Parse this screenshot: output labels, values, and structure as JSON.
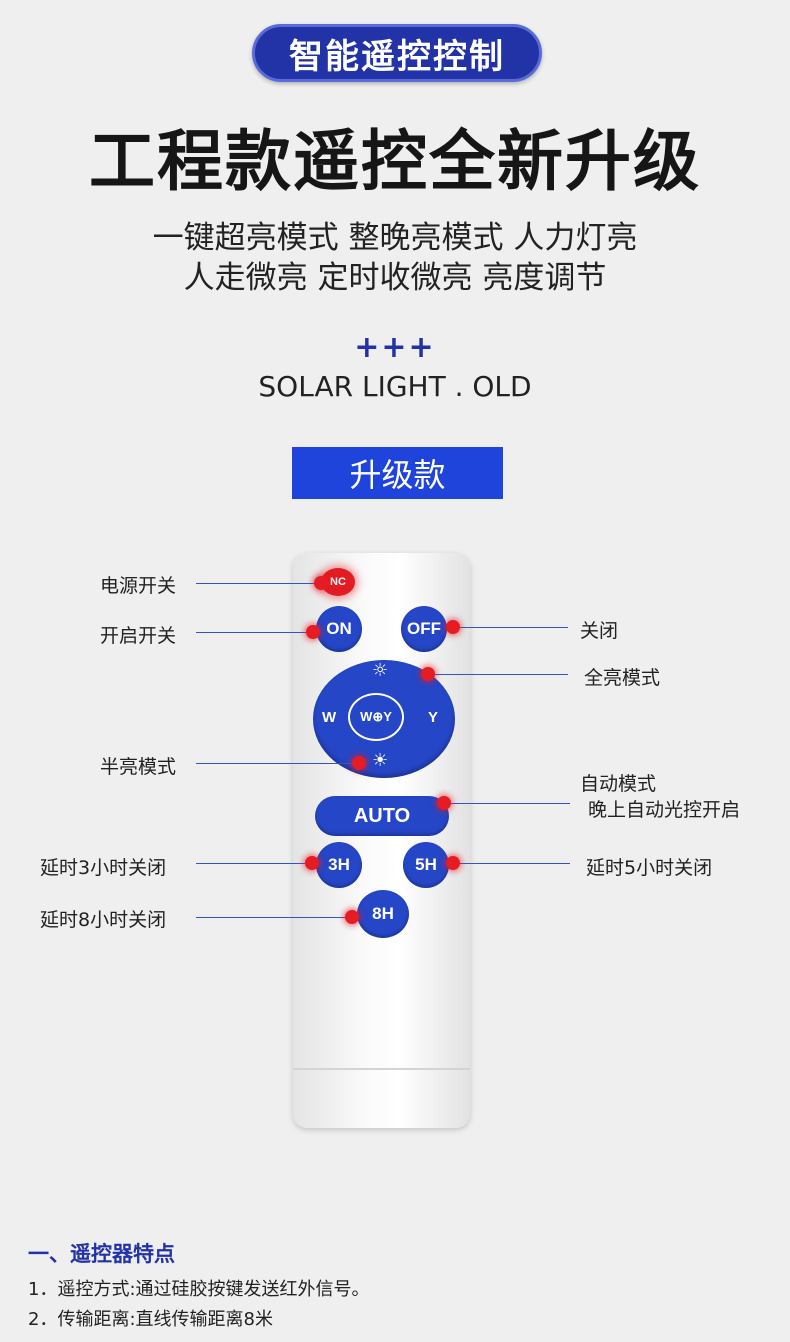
{
  "header": {
    "pill": "智能遥控控制",
    "headline": "工程款遥控全新升级",
    "sub_line1": "一键超亮模式 整晚亮模式 人力灯亮",
    "sub_line2": "人走微亮 定时收微亮 亮度调节",
    "plus": "+++",
    "solar": "SOLAR LIGHT . OLD",
    "upgrade_badge": "升级款"
  },
  "remote": {
    "nc": "NC",
    "on": "ON",
    "off": "OFF",
    "w": "W",
    "y": "Y",
    "center": "W⊕Y",
    "auto": "AUTO",
    "b3h": "3H",
    "b5h": "5H",
    "b8h": "8H"
  },
  "callouts": {
    "power": "电源开关",
    "on": "开启开关",
    "off": "关闭",
    "full": "全亮模式",
    "half": "半亮模式",
    "auto_1": "自动模式",
    "auto_2": "晚上自动光控开启",
    "t3h": "延时3小时关闭",
    "t5h": "延时5小时关闭",
    "t8h": "延时8小时关闭"
  },
  "features": {
    "title": "一、遥控器特点",
    "item1": "1．遥控方式:通过硅胶按键发送红外信号。",
    "item2": "2．传输距离:直线传输距离8米"
  },
  "colors": {
    "brand_blue": "#2546c6",
    "dark_blue": "#2233a8",
    "indicator_red": "#e51c23",
    "background": "#efefef"
  }
}
